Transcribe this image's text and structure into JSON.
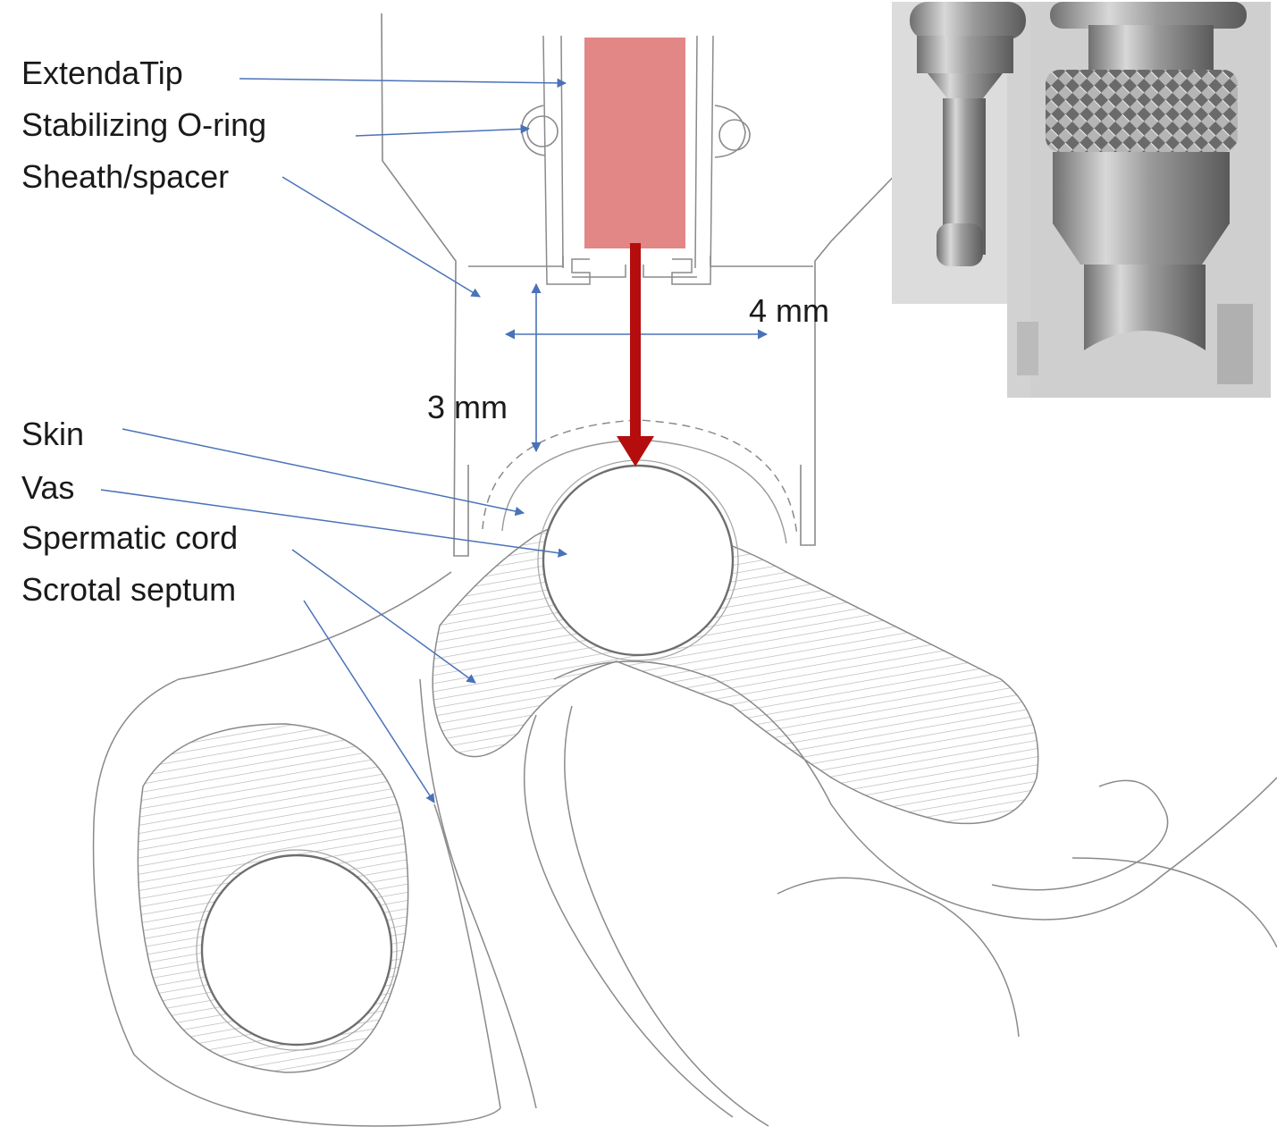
{
  "labels": {
    "extendatip": "ExtendaTip",
    "stabilizing_oring": "Stabilizing O-ring",
    "sheath_spacer": "Sheath/spacer",
    "skin": "Skin",
    "vas": "Vas",
    "spermatic_cord": "Spermatic cord",
    "scrotal_septum": "Scrotal septum"
  },
  "dimensions": {
    "width": "4 mm",
    "height": "3 mm"
  },
  "colors": {
    "tip_fill": "#e08080",
    "force_arrow": "#b50d0d",
    "leader_line": "#4a72b8",
    "pencil": "#8a8a8a"
  }
}
